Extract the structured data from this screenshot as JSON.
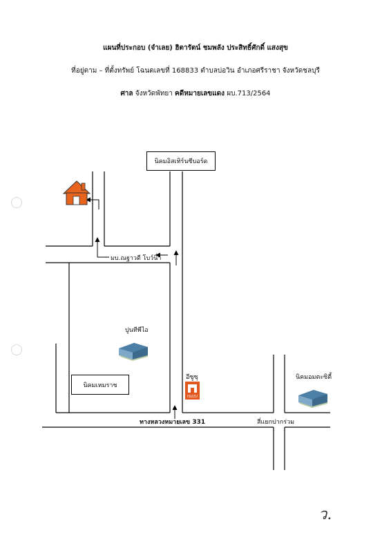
{
  "header": {
    "title": "แผนที่ประกอบ (จำเลย) ฮิตารัตน์ ชมพลัง ประสิทธิ์ศักดิ์ แสงสุข",
    "address": "ที่อยู่ตาม – ที่ตั้งทรัพย์ โฉนดเลขที่ 168833 ตำบลบ่อวิน อำเภอศรีราชา จังหวัดชลบุรี",
    "court_label": "ศาล",
    "court_name": "จังหวัดพัทยา",
    "case_label": "คดีหมายเลขแดง",
    "case_number": "ผบ.713/2564"
  },
  "map": {
    "labels": {
      "estate_north": "นิคมอิสเทิร์นซีบอร์ด",
      "village": "มบ.ณฐาวดี โบว์นิ่า",
      "pti": "ปูนทีพีไอ",
      "hemaraj": "นิคมเหมราช",
      "isuzu": "อีซูซุ",
      "amata": "นิคมอมตะซิตี้",
      "highway": "ทางหลวงหมายเลข 331",
      "intersection": "สี่แยกปากร่วม",
      "isuzu_logo_text": "ISUZU"
    },
    "colors": {
      "house": "#e8631c",
      "isuzu": "#e2571d",
      "building": "#4b7fa6"
    }
  },
  "signature": "ว."
}
